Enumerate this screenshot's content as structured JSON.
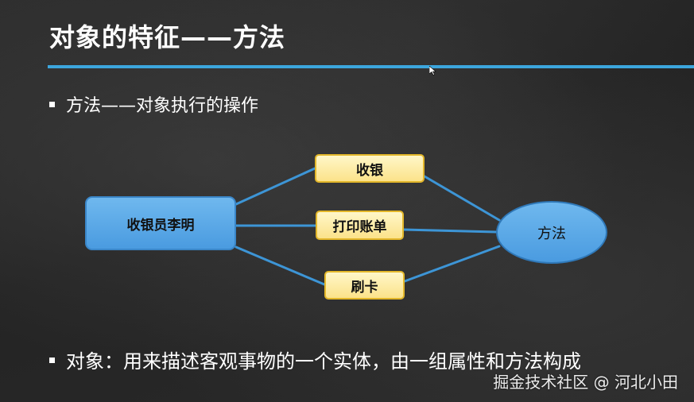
{
  "slide": {
    "title": "对象的特征——方法",
    "bullet_method": "方法——对象执行的操作",
    "bullet_object": "对象：用来描述客观事物的一个实体，由一组属性和方法构成"
  },
  "diagram": {
    "person_label": "收银员李明",
    "operations": [
      "收银",
      "打印账单",
      "刷卡"
    ],
    "method_label": "方法"
  },
  "watermark": "掘金技术社区 @ 河北小田",
  "colors": {
    "accent_rule": "#3ca6dd",
    "person_fill": "#5aa9e8",
    "operation_fill": "#fbe9a0",
    "operation_border": "#e3b72a",
    "connector": "#3d95d6"
  },
  "icons": {
    "cursor": "mouse-pointer-icon"
  }
}
